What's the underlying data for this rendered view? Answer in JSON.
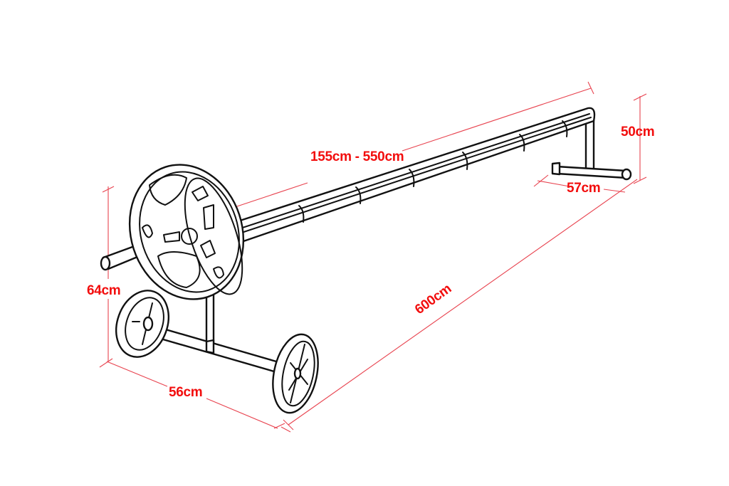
{
  "diagram": {
    "subject": "pool cover reel with telescopic tube",
    "dimension_color": "#f20d0d",
    "line_color": "#111111",
    "labels": {
      "tube_length": "155cm - 550cm",
      "stand_height_right": "50cm",
      "stand_base_right": "57cm",
      "stand_height_left": "64cm",
      "stand_base_left": "56cm",
      "overall_length": "600cm"
    }
  }
}
